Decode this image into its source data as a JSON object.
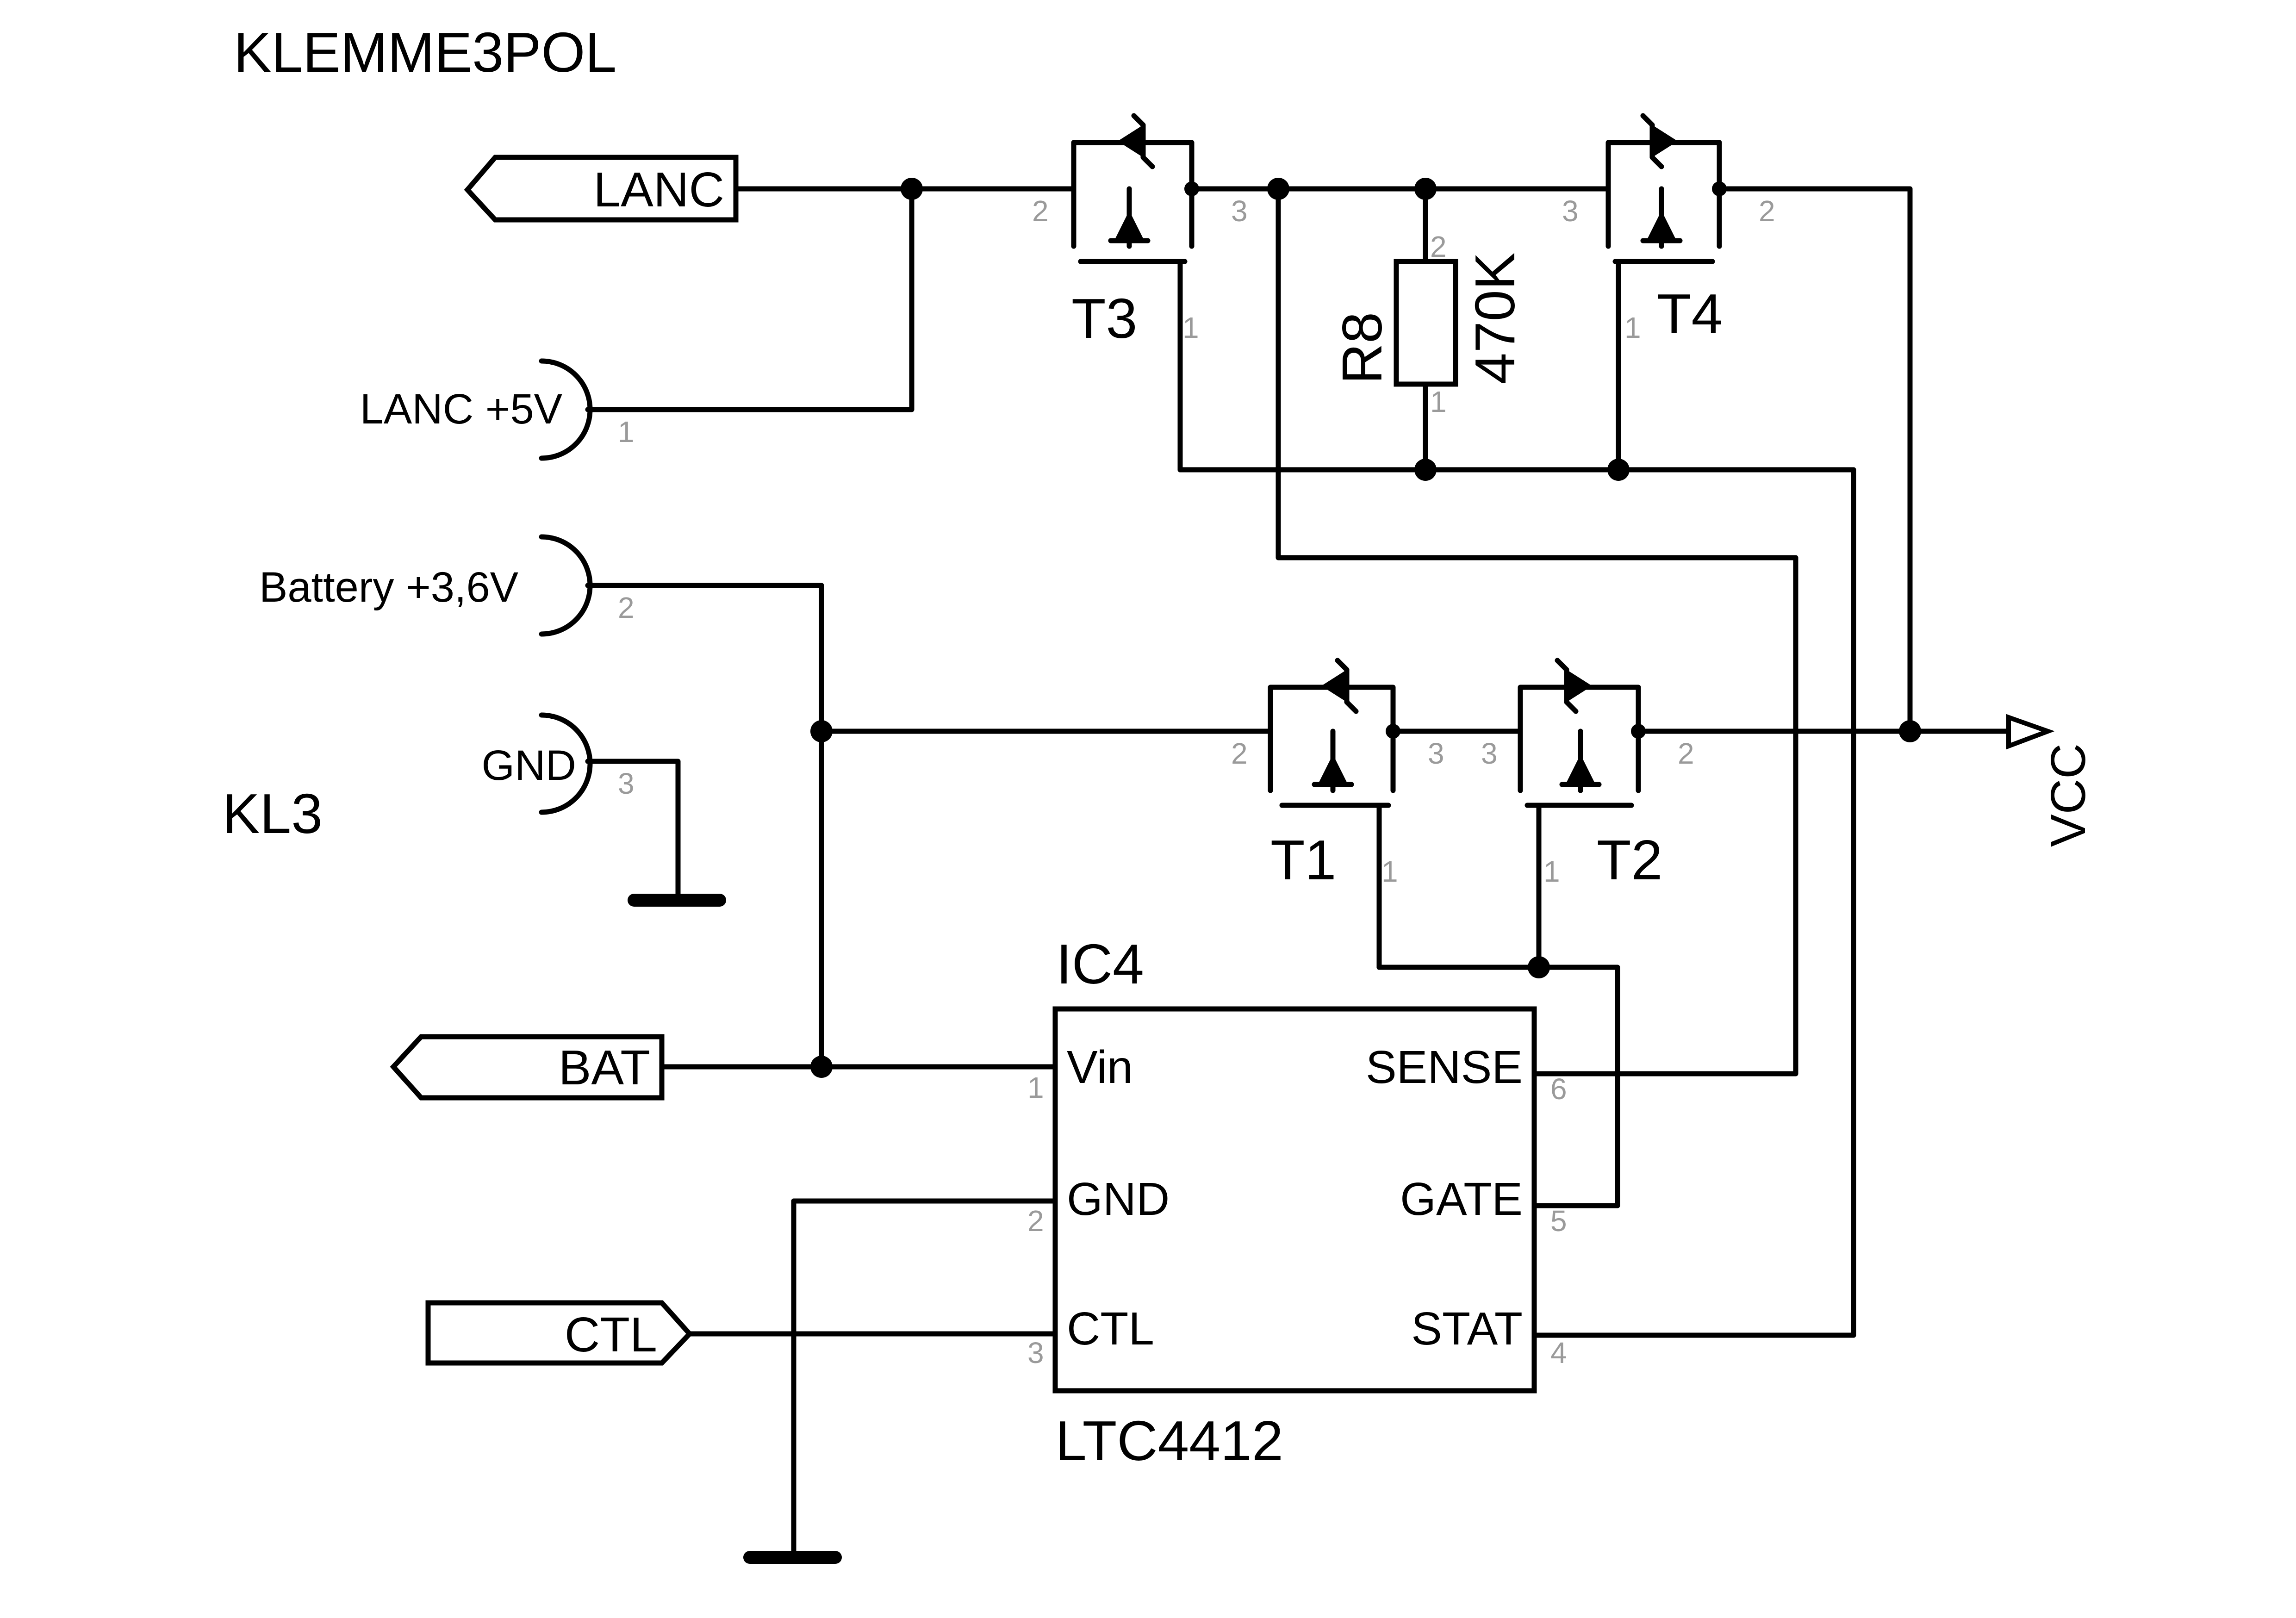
{
  "title": "KLEMME3POL",
  "ports": {
    "lanc": "LANC",
    "bat": "BAT",
    "ctl": "CTL",
    "vcc": "VCC"
  },
  "terminal_block": {
    "name": "KL3",
    "pins": [
      {
        "label": "LANC +5V",
        "pin": "1"
      },
      {
        "label": "Battery +3,6V",
        "pin": "2"
      },
      {
        "label": "GND",
        "pin": "3"
      }
    ]
  },
  "transistors": {
    "t1": {
      "name": "T1",
      "pins": {
        "left": "2",
        "right": "3",
        "gate": "1"
      }
    },
    "t2": {
      "name": "T2",
      "pins": {
        "left": "3",
        "right": "2",
        "gate": "1"
      }
    },
    "t3": {
      "name": "T3",
      "pins": {
        "left": "2",
        "right": "3",
        "gate": "1"
      }
    },
    "t4": {
      "name": "T4",
      "pins": {
        "left": "3",
        "right": "2",
        "gate": "1"
      }
    }
  },
  "resistor": {
    "name": "R8",
    "value": "470K",
    "pin_top": "2",
    "pin_bottom": "1"
  },
  "ic": {
    "name": "IC4",
    "part": "LTC4412",
    "left_pins": [
      {
        "label": "Vin",
        "num": "1"
      },
      {
        "label": "GND",
        "num": "2"
      },
      {
        "label": "CTL",
        "num": "3"
      }
    ],
    "right_pins": [
      {
        "label": "SENSE",
        "num": "6"
      },
      {
        "label": "GATE",
        "num": "5"
      },
      {
        "label": "STAT",
        "num": "4"
      }
    ]
  }
}
